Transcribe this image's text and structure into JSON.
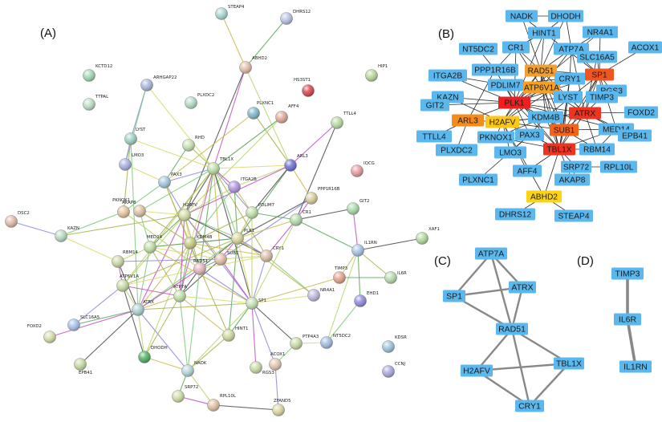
{
  "panels": {
    "A": "(A)",
    "B": "(B)",
    "C": "(C)",
    "D": "(D)"
  },
  "panel_a": {
    "nodes": [
      {
        "id": "STEAP4",
        "color": "#a9d8d3"
      },
      {
        "id": "DHRS12",
        "color": "#b7c4e6"
      },
      {
        "id": "ABHD2",
        "color": "#e3bfa8"
      },
      {
        "id": "KCTD12",
        "color": "#9ed9b9"
      },
      {
        "id": "HIP1",
        "color": "#b7d99a"
      },
      {
        "id": "TTPAL",
        "color": "#bde0c4"
      },
      {
        "id": "ARHGAP22",
        "color": "#aab7df"
      },
      {
        "id": "HS3ST1",
        "color": "#d9444a"
      },
      {
        "id": "PLXDC2",
        "color": "#b5dcc5"
      },
      {
        "id": "PLXNC1",
        "color": "#7fb8c9"
      },
      {
        "id": "AFF4",
        "color": "#e2a899"
      },
      {
        "id": "TTLL4",
        "color": "#b9dc9f"
      },
      {
        "id": "LYST",
        "color": "#9dd2c4"
      },
      {
        "id": "RHD",
        "color": "#c7e2b0"
      },
      {
        "id": "TBL1X",
        "color": "#bfe0a9"
      },
      {
        "id": "ARL3",
        "color": "#6e6ed8"
      },
      {
        "id": "IQCG",
        "color": "#e89a9f"
      },
      {
        "id": "LMO3",
        "color": "#a7b2e3"
      },
      {
        "id": "PAX3",
        "color": "#a4c8dc"
      },
      {
        "id": "ITGA2B",
        "color": "#b296e0"
      },
      {
        "id": "PPP1R16B",
        "color": "#d7cf9d"
      },
      {
        "id": "AKAP8",
        "color": "#e7c59c"
      },
      {
        "id": "PKNOX1",
        "color": "#dcc3a4"
      },
      {
        "id": "H2AFV",
        "color": "#d4dda3"
      },
      {
        "id": "PDLIM7",
        "color": "#bfe0a9"
      },
      {
        "id": "GIT2",
        "color": "#aadca6"
      },
      {
        "id": "DSC2",
        "color": "#e1bba6"
      },
      {
        "id": "KAZN",
        "color": "#b8ddc4"
      },
      {
        "id": "CR1",
        "color": "#b2dcaa"
      },
      {
        "id": "XAF1",
        "color": "#b2dc9a"
      },
      {
        "id": "KDM4B",
        "color": "#c6c87e"
      },
      {
        "id": "PLK1",
        "color": "#dbd59a"
      },
      {
        "id": "RBM14",
        "color": "#cbd8a4"
      },
      {
        "id": "MED14",
        "color": "#c2dfa5"
      },
      {
        "id": "SUB1",
        "color": "#e3bfa8"
      },
      {
        "id": "CRY1",
        "color": "#ddc0a8"
      },
      {
        "id": "IL1RN",
        "color": "#a6c5e6"
      },
      {
        "id": "RAD51",
        "color": "#e8b5c0"
      },
      {
        "id": "TIMP3",
        "color": "#e7a18a"
      },
      {
        "id": "IL6R",
        "color": "#b6dcac"
      },
      {
        "id": "ATP6V1A",
        "color": "#c7dca5"
      },
      {
        "id": "NR4A1",
        "color": "#c1b8e4"
      },
      {
        "id": "EHD1",
        "color": "#8f8be0"
      },
      {
        "id": "ATRX",
        "color": "#a9d2cf"
      },
      {
        "id": "ATP7A",
        "color": "#bfe0a9"
      },
      {
        "id": "SP1",
        "color": "#c5e1b4"
      },
      {
        "id": "SLC16A5",
        "color": "#a5c3e6"
      },
      {
        "id": "FOXD2",
        "color": "#d8dda8"
      },
      {
        "id": "HINT1",
        "color": "#cfd99c"
      },
      {
        "id": "NT5DC2",
        "color": "#9fbde2"
      },
      {
        "id": "KDSR",
        "color": "#9bc7dd"
      },
      {
        "id": "DHODH",
        "color": "#4fb160"
      },
      {
        "id": "NADK",
        "color": "#b2d8d6"
      },
      {
        "id": "PTP4A3",
        "color": "#c9dca5"
      },
      {
        "id": "ACOX1",
        "color": "#e4c8ae"
      },
      {
        "id": "CCNJ",
        "color": "#a9a9df"
      },
      {
        "id": "EPB41",
        "color": "#c6dca3"
      },
      {
        "id": "RGS3",
        "color": "#c9dca5"
      },
      {
        "id": "SRP72",
        "color": "#cfe0a6"
      },
      {
        "id": "RPL10L",
        "color": "#e1c3a4"
      },
      {
        "id": "ZFAND5",
        "color": "#ddd6a3"
      }
    ]
  },
  "panel_b": {
    "nodes": [
      {
        "id": "NADK",
        "color": "#5bb8ee"
      },
      {
        "id": "DHODH",
        "color": "#5bb8ee"
      },
      {
        "id": "HINT1",
        "color": "#5bb8ee"
      },
      {
        "id": "NR4A1",
        "color": "#5bb8ee"
      },
      {
        "id": "CR1",
        "color": "#5bb8ee"
      },
      {
        "id": "ATP7A",
        "color": "#5bb8ee"
      },
      {
        "id": "NT5DC2",
        "color": "#5bb8ee"
      },
      {
        "id": "SLC16A5",
        "color": "#5bb8ee"
      },
      {
        "id": "ACOX1",
        "color": "#5bb8ee"
      },
      {
        "id": "PPP1R16B",
        "color": "#5bb8ee"
      },
      {
        "id": "RAD51",
        "color": "#f0a030"
      },
      {
        "id": "SP1",
        "color": "#f05520"
      },
      {
        "id": "ITGA2B",
        "color": "#5bb8ee"
      },
      {
        "id": "ATP6V1A",
        "color": "#f6a023"
      },
      {
        "id": "CRY1",
        "color": "#5bb8ee"
      },
      {
        "id": "PDLIM7",
        "color": "#5bb8ee"
      },
      {
        "id": "RGS3",
        "color": "#5bb8ee"
      },
      {
        "id": "KAZN",
        "color": "#5bb8ee"
      },
      {
        "id": "LYST",
        "color": "#5bb8ee"
      },
      {
        "id": "TIMP3",
        "color": "#5bb8ee"
      },
      {
        "id": "GIT2",
        "color": "#5bb8ee"
      },
      {
        "id": "PLK1",
        "color": "#ee1f1f"
      },
      {
        "id": "ATRX",
        "color": "#ee3320"
      },
      {
        "id": "FOXD2",
        "color": "#5bb8ee"
      },
      {
        "id": "KDM4B",
        "color": "#5bb8ee"
      },
      {
        "id": "ARL3",
        "color": "#f58c1e"
      },
      {
        "id": "H2AFV",
        "color": "#fcc715"
      },
      {
        "id": "PAX3",
        "color": "#5bb8ee"
      },
      {
        "id": "SUB1",
        "color": "#f2641c"
      },
      {
        "id": "MED14",
        "color": "#5bb8ee"
      },
      {
        "id": "TTLL4",
        "color": "#5bb8ee"
      },
      {
        "id": "PKNOX1",
        "color": "#5bb8ee"
      },
      {
        "id": "EPB41",
        "color": "#5bb8ee"
      },
      {
        "id": "TBL1X",
        "color": "#ee3320"
      },
      {
        "id": "RBM14",
        "color": "#5bb8ee"
      },
      {
        "id": "PLXDC2",
        "color": "#5bb8ee"
      },
      {
        "id": "LMO3",
        "color": "#5bb8ee"
      },
      {
        "id": "SRP72",
        "color": "#5bb8ee"
      },
      {
        "id": "RPL10L",
        "color": "#5bb8ee"
      },
      {
        "id": "AFF4",
        "color": "#5bb8ee"
      },
      {
        "id": "AKAP8",
        "color": "#5bb8ee"
      },
      {
        "id": "PLXNC1",
        "color": "#5bb8ee"
      },
      {
        "id": "ABHD2",
        "color": "#fcd415"
      },
      {
        "id": "DHRS12",
        "color": "#5bb8ee"
      },
      {
        "id": "STEAP4",
        "color": "#5bb8ee"
      }
    ]
  },
  "panel_c": {
    "nodes": [
      {
        "id": "ATP7A"
      },
      {
        "id": "SP1"
      },
      {
        "id": "ATRX"
      },
      {
        "id": "RAD51"
      },
      {
        "id": "H2AFV"
      },
      {
        "id": "TBL1X"
      },
      {
        "id": "CRY1"
      }
    ],
    "node_color": "#5bb8ee",
    "edge_color": "#888888"
  },
  "panel_d": {
    "nodes": [
      {
        "id": "TIMP3"
      },
      {
        "id": "IL6R"
      },
      {
        "id": "IL1RN"
      }
    ],
    "node_color": "#5bb8ee",
    "edge_color": "#888888"
  }
}
